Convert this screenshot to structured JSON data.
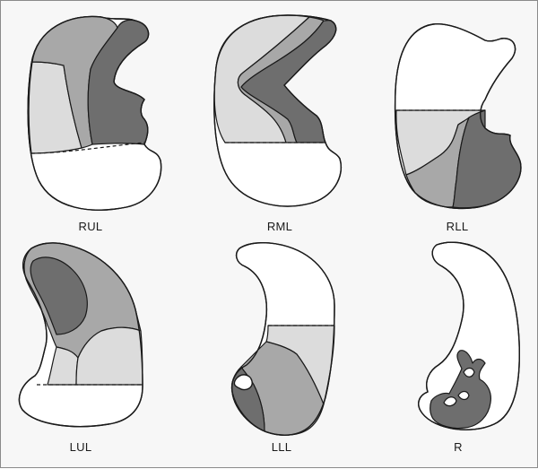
{
  "colors": {
    "background": "#f7f7f7",
    "light_gray": "#dcdcdc",
    "mid_gray": "#a8a8a8",
    "dark_gray": "#6e6e6e",
    "outline": "#1a1a1a"
  },
  "panels": [
    {
      "id": "rul",
      "label": "RUL"
    },
    {
      "id": "rml",
      "label": "RML"
    },
    {
      "id": "rll",
      "label": "RLL"
    },
    {
      "id": "lul",
      "label": "LUL"
    },
    {
      "id": "lll",
      "label": "LLL"
    },
    {
      "id": "r",
      "label": "R"
    }
  ]
}
